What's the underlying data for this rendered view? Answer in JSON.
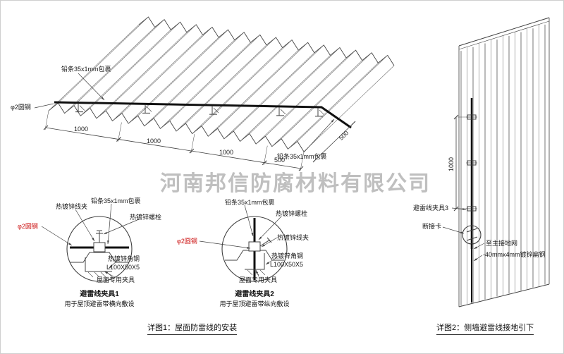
{
  "watermark": {
    "text": "河南邦信防腐材料有限公司"
  },
  "main_view": {
    "lead_strip_top": "铅条35x1mm包裹",
    "lead_strip_right": "铅条35x1mm包裹",
    "round_steel": "φ2圆钢",
    "dims": [
      "1000",
      "1000",
      "1000",
      "500"
    ],
    "dim_side": "500"
  },
  "detail1": {
    "wire_clamp": "热镀锌线夹",
    "lead_strip": "铅条35x1mm包裹",
    "bolt": "热镀锌螺栓",
    "round_steel": "φ2圆钢",
    "angle_steel": "热镀锌角钢",
    "angle_spec": "L100X50X5",
    "roof_clamp": "屋面专用夹具",
    "title": "避雷线夹具1",
    "subtitle": "用于屋顶避雷带横向敷设"
  },
  "detail2": {
    "lead_strip": "铅条35x1mm包裹",
    "bolt": "热镀锌螺栓",
    "round_steel": "φ2圆钢",
    "wire_clamp": "热镀锌线夹",
    "angle_steel": "热镀锌角钢",
    "angle_spec": "L100X50X5",
    "roof_clamp": "屋面专用夹具",
    "title": "避雷线夹具2",
    "subtitle": "用于屋顶避雷带纵向敷设"
  },
  "wall_view": {
    "clamp3": "避雷线夹具3",
    "disconnect_link": "断接卡",
    "to_ground": "至主接地网",
    "flat_steel": "-40mmx4mm镀锌扁钢",
    "dim": "1000"
  },
  "captions": {
    "detail1": "详图1：屋面防雷线的安装",
    "detail2": "详图2：侧墙避雷线接地引下"
  },
  "colors": {
    "line": "#404040",
    "wire": "#111111",
    "red": "#cc1111",
    "watermark": "#8f8f8f"
  }
}
